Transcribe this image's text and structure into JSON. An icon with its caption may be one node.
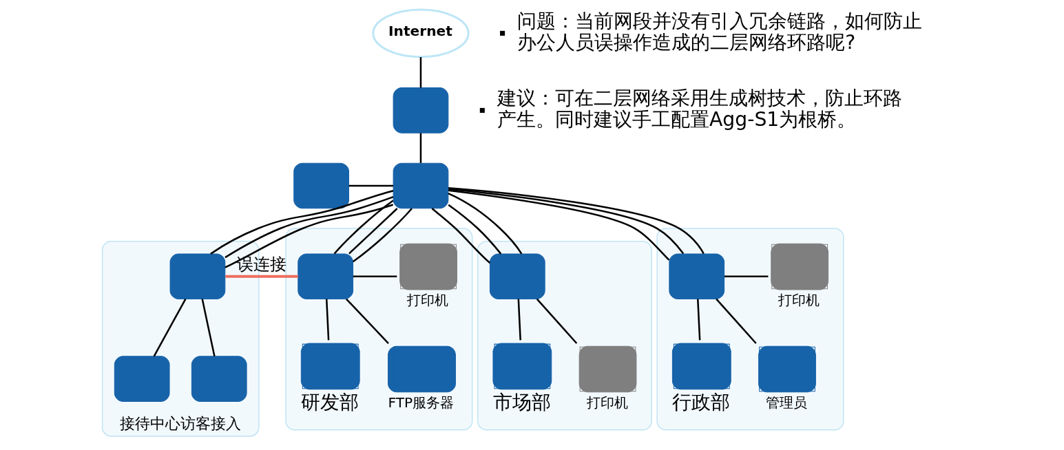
{
  "diagram": {
    "nodes": [
      {
        "text": [
          "Internet"
        ]
      },
      {
        "text": [],
        "shape": "box"
      },
      {
        "text": [],
        "shape": "box"
      },
      {
        "text": [],
        "shape": "box"
      },
      {
        "text": [
          "接待中心访客接入"
        ]
      },
      {
        "text": [],
        "shape": "box",
        "in": 4
      },
      {
        "text": [],
        "shape": "box",
        "in": 4
      },
      {
        "text": [],
        "shape": "box",
        "in": 4
      },
      {
        "text": [],
        "shape": "box"
      },
      {
        "text": [],
        "shape": "box",
        "in": 8
      },
      {
        "text": [
          "打印机"
        ],
        "in": 8
      },
      {
        "text": [
          "研发部"
        ],
        "in": 8
      },
      {
        "text": [
          "FTP服务器"
        ],
        "in": 8
      },
      {
        "text": [],
        "shape": "box"
      },
      {
        "text": [],
        "shape": "box",
        "in": 13
      },
      {
        "text": [
          "市场部"
        ],
        "in": 13
      },
      {
        "text": [
          "打印机"
        ],
        "in": 13
      },
      {
        "text": [],
        "shape": "box"
      },
      {
        "text": [],
        "shape": "box",
        "in": 17
      },
      {
        "text": [
          "打印机"
        ],
        "in": 17
      },
      {
        "text": [
          "行政部"
        ],
        "in": 17
      },
      {
        "text": [
          "管理员"
        ],
        "in": 17
      }
    ],
    "edges": [
      {
        "from": 0,
        "to": 1,
        "arrow": "none"
      },
      {
        "from": 1,
        "to": 3,
        "arrow": "none"
      },
      {
        "from": 2,
        "to": 3,
        "arrow": "none"
      },
      {
        "from": 3,
        "to": 5,
        "arrow": "none"
      },
      {
        "from": 3,
        "to": 5,
        "arrow": "none"
      },
      {
        "from": 3,
        "to": 5,
        "arrow": "none"
      },
      {
        "from": 3,
        "to": 9,
        "arrow": "none"
      },
      {
        "from": 3,
        "to": 9,
        "arrow": "none"
      },
      {
        "from": 3,
        "to": 9,
        "arrow": "none"
      },
      {
        "from": 3,
        "to": 14,
        "arrow": "none"
      },
      {
        "from": 3,
        "to": 14,
        "arrow": "none"
      },
      {
        "from": 3,
        "to": 14,
        "arrow": "none"
      },
      {
        "from": 3,
        "to": 18,
        "arrow": "none"
      },
      {
        "from": 3,
        "to": 18,
        "arrow": "none"
      },
      {
        "from": 3,
        "to": 18,
        "arrow": "none"
      },
      {
        "from": 5,
        "to": 9,
        "arrow": "none",
        "label": "误连接",
        "color": "#ee6e5f"
      },
      {
        "from": 5,
        "to": 6,
        "arrow": "none"
      },
      {
        "from": 5,
        "to": 7,
        "arrow": "none"
      },
      {
        "from": 9,
        "to": 10,
        "arrow": "none"
      },
      {
        "from": 9,
        "to": 11,
        "arrow": "none"
      },
      {
        "from": 9,
        "to": 12,
        "arrow": "none"
      },
      {
        "from": 14,
        "to": 15,
        "arrow": "none"
      },
      {
        "from": 14,
        "to": 16,
        "arrow": "none"
      },
      {
        "from": 18,
        "to": 19,
        "arrow": "none"
      },
      {
        "from": 18,
        "to": 20,
        "arrow": "none"
      },
      {
        "from": 18,
        "to": 21,
        "arrow": "none"
      }
    ],
    "labels": [
      "问题：当前网段并没有引入冗余链路，如何防止办公人员误操作造成的二层网络环路呢?",
      "建议：可在二层网络采用生成树技术，防止环路产生。同时建议手工配置Agg-S1为根桥。"
    ]
  }
}
